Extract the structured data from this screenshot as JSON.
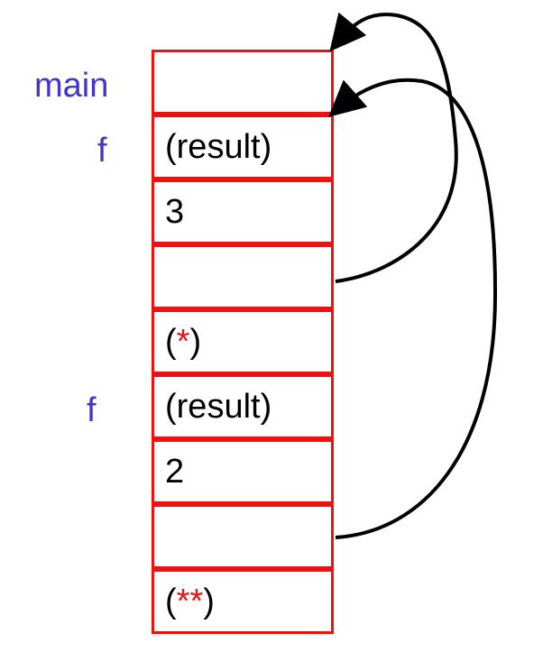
{
  "frame_labels": {
    "main": "main",
    "f1": "f",
    "f2": "f"
  },
  "cells": [
    {
      "text": ""
    },
    {
      "text": "(result)"
    },
    {
      "text": "3"
    },
    {
      "text": ""
    },
    {
      "open": "(",
      "mark": "*",
      "close": ")"
    },
    {
      "text": "(result)"
    },
    {
      "text": "2"
    },
    {
      "text": ""
    },
    {
      "open": "(",
      "mark": "**",
      "close": ")"
    }
  ],
  "colors": {
    "cell_border": "#ee1111",
    "label": "#4433cc",
    "arrow": "#000000",
    "marker": "#ee1111"
  }
}
